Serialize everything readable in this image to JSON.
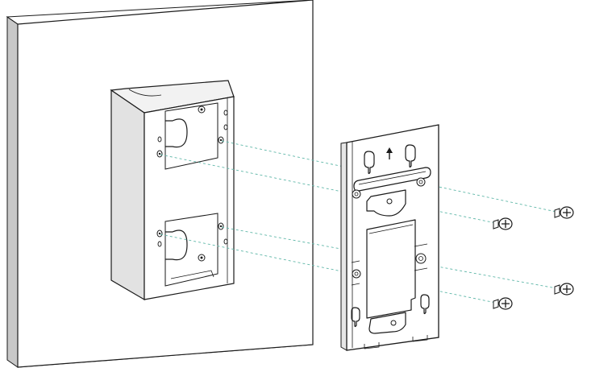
{
  "figure": {
    "kind": "installation-diagram",
    "colors": {
      "line": "#1a1a1a",
      "wall_front": "#ffffff",
      "wall_side": "#c8c8c8",
      "box_side": "#e2e2e2",
      "guide": "#5fb7a8"
    },
    "parts": [
      "wall",
      "angled-mounting-box",
      "mounting-plate",
      "screw"
    ],
    "screw_count": 4,
    "guide_line_count": 4,
    "plate_marker": "up-arrow-icon"
  }
}
